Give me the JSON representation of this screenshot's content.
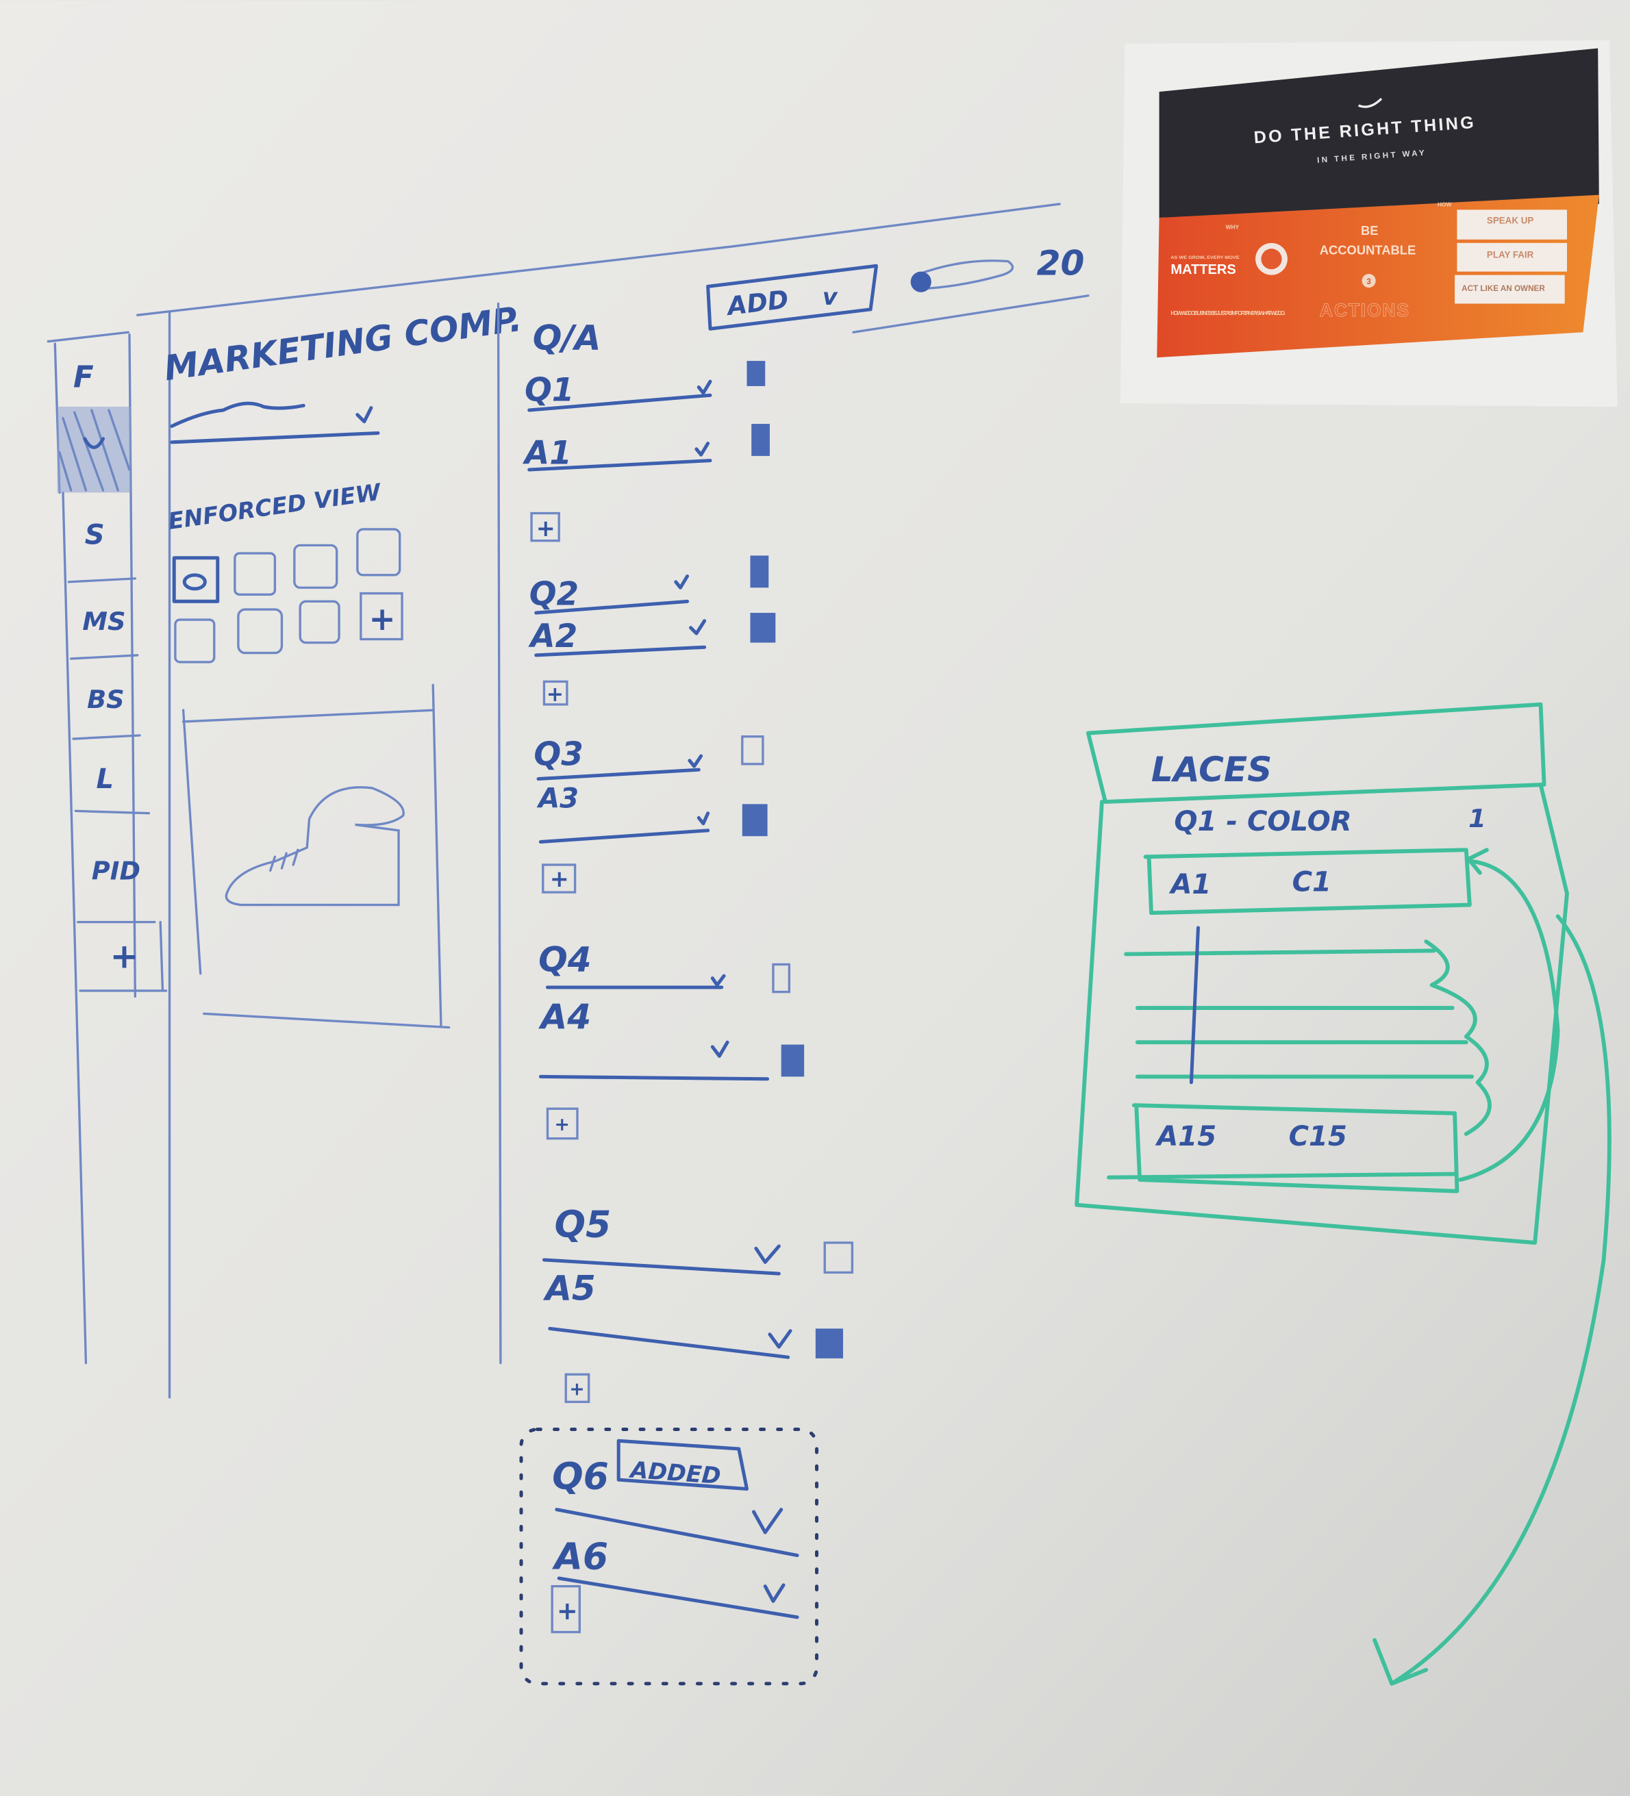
{
  "sidebar": {
    "items": [
      {
        "label": "F",
        "selected": false
      },
      {
        "label": "",
        "selected": true,
        "icon": "smiley-icon"
      },
      {
        "label": "S",
        "selected": false
      },
      {
        "label": "MS",
        "selected": false
      },
      {
        "label": "BS",
        "selected": false
      },
      {
        "label": "L",
        "selected": false
      },
      {
        "label": "PID",
        "selected": false
      },
      {
        "label": "+",
        "selected": false
      }
    ]
  },
  "left_panel": {
    "title": "MARKETING COMP.",
    "section_label": "ENFORCED VIEW",
    "tile_plus": "+",
    "preview_icon": "shoe-icon"
  },
  "qa": {
    "header": "Q/A",
    "add_button": "ADD",
    "add_chevron": "v",
    "count": "20",
    "items": [
      {
        "q": "Q1",
        "a": "A1",
        "add": "+"
      },
      {
        "q": "Q2",
        "a": "A2",
        "add": "+"
      },
      {
        "q": "Q3",
        "a": "A3",
        "add": "+"
      },
      {
        "q": "Q4",
        "a": "A4",
        "add": "+"
      },
      {
        "q": "Q5",
        "a": "A5",
        "add": "+"
      }
    ],
    "new_item": {
      "q": "Q6",
      "a": "A6",
      "badge": "ADDED",
      "add": "+"
    }
  },
  "laces_panel": {
    "title": "LACES",
    "question": "Q1 - COLOR",
    "count": "1",
    "first_row": {
      "answer": "A1",
      "value": "C1"
    },
    "last_row": {
      "answer": "A15",
      "value": "C15"
    },
    "accent": "#3fbf9c"
  },
  "poster": {
    "title": "DO THE RIGHT THING",
    "subtitle": "IN THE RIGHT WAY",
    "why_label": "WHY",
    "how_label": "HOW",
    "matters_small": "AS WE GROW, EVERY MOVE",
    "matters": "MATTERS",
    "business": "HOW WE DO BUSINESS IS JUST AS IMPORTANT AS WHAT WE DO.",
    "be": "BE",
    "accountable": "ACCOUNTABLE",
    "number": "3",
    "actions": "ACTIONS",
    "speak_up": "SPEAK UP",
    "play_fair": "PLAY FAIR",
    "act_owner": "ACT LIKE AN OWNER",
    "colors": {
      "dark": "#2b2a30",
      "orange": "#e2552b"
    }
  }
}
